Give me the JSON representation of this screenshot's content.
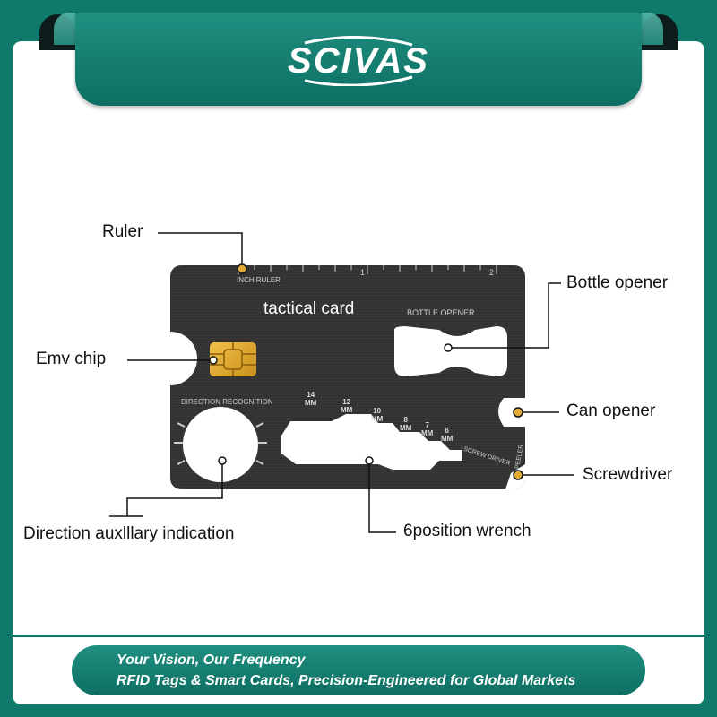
{
  "brand": {
    "logo_text": "SCIVAS"
  },
  "card": {
    "title": "tactical card",
    "ruler_label": "INCH RULER",
    "ruler_numbers": [
      "1",
      "2"
    ],
    "bottle_label": "BOTTLE OPENER",
    "direction_label": "DIRECTION RECOGNITION",
    "screwdriver_label": "SCREW DRIVER",
    "peeler_label": "PEELER",
    "wrench_sizes": [
      "14",
      "12",
      "10",
      "8",
      "7",
      "6"
    ],
    "mm_unit": "MM"
  },
  "callouts": {
    "ruler": "Ruler",
    "bottle_opener": "Bottle opener",
    "emv_chip": "Emv chip",
    "can_opener": "Can opener",
    "screwdriver": "Screwdriver",
    "direction": "Direction auxlllary indication",
    "wrench": "6position wrench"
  },
  "footer": {
    "line1": "Your Vision, Our Frequency",
    "line2": "RFID Tags & Smart Cards, Precision-Engineered for Global Markets"
  },
  "colors": {
    "brand_teal": "#0f7a6c",
    "chip_gold": "#e0ac35",
    "card_dark": "#333333"
  }
}
